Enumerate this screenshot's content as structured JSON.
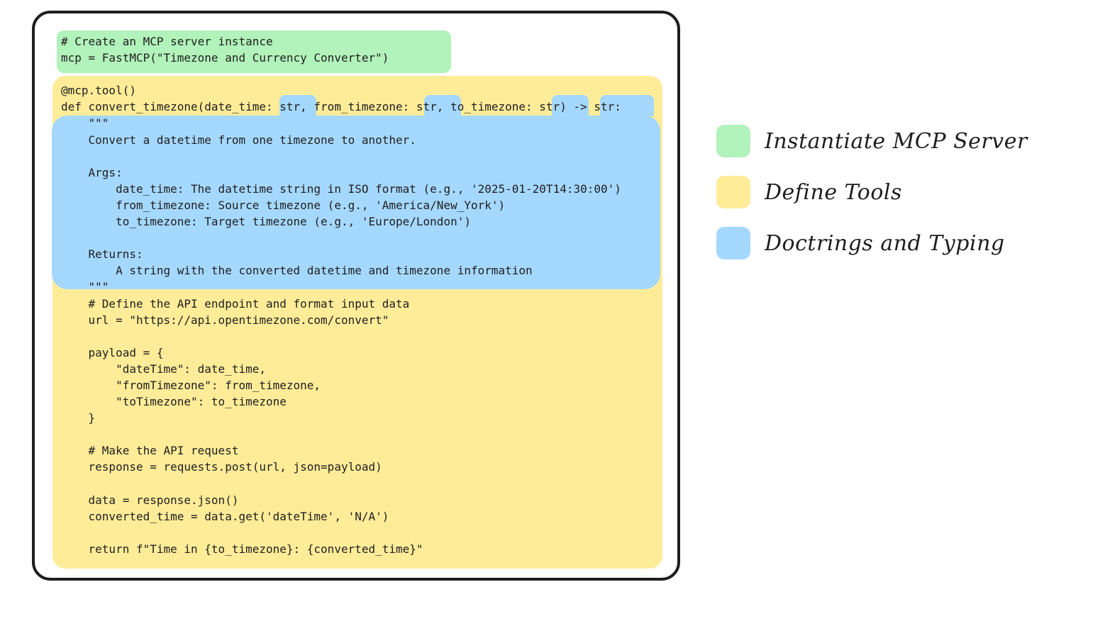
{
  "colors": {
    "green": "#b2f2bb",
    "yellow": "#ffec99",
    "blue": "#a5d8ff",
    "ink": "#1e1e1e"
  },
  "code_lines": [
    "# Create an MCP server instance",
    "mcp = FastMCP(\"Timezone and Currency Converter\")",
    "",
    "@mcp.tool()",
    "def convert_timezone(date_time: str, from_timezone: str, to_timezone: str) -> str:",
    "    \"\"\"",
    "    Convert a datetime from one timezone to another.",
    "",
    "    Args:",
    "        date_time: The datetime string in ISO format (e.g., '2025-01-20T14:30:00')",
    "        from_timezone: Source timezone (e.g., 'America/New_York')",
    "        to_timezone: Target timezone (e.g., 'Europe/London')",
    "",
    "    Returns:",
    "        A string with the converted datetime and timezone information",
    "    \"\"\"",
    "    # Define the API endpoint and format input data",
    "    url = \"https://api.opentimezone.com/convert\"",
    "",
    "    payload = {",
    "        \"dateTime\": date_time,",
    "        \"fromTimezone\": from_timezone,",
    "        \"toTimezone\": to_timezone",
    "    }",
    "",
    "    # Make the API request",
    "    response = requests.post(url, json=payload)",
    "",
    "    data = response.json()",
    "    converted_time = data.get('dateTime', 'N/A')",
    "",
    "    return f\"Time in {to_timezone}: {converted_time}\""
  ],
  "legend": [
    {
      "label": "Instantiate MCP Server",
      "color": "#b2f2bb"
    },
    {
      "label": "Define Tools",
      "color": "#ffec99"
    },
    {
      "label": "Doctrings and Typing",
      "color": "#a5d8ff"
    }
  ]
}
